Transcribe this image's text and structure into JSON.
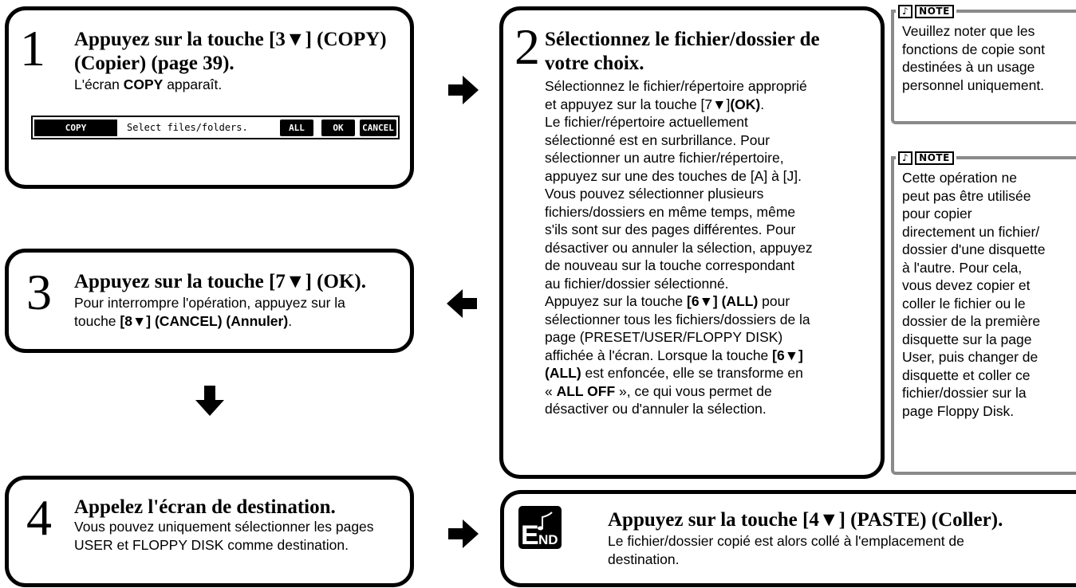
{
  "step1": {
    "number": "1",
    "title_line1": "Appuyez sur la touche [3▼] (COPY)",
    "title_line2": "(Copier) (page 39).",
    "body_pre": "L'écran ",
    "body_bold": "COPY",
    "body_post": " apparaît.",
    "lcd": {
      "tab": "COPY",
      "message": "Select files/folders.",
      "btn_all": "ALL",
      "btn_ok": "OK",
      "btn_cancel": "CANCEL"
    }
  },
  "step2": {
    "number": "2",
    "title_line1": "Sélectionnez le fichier/dossier de",
    "title_line2": "votre choix.",
    "lines": [
      "Sélectionnez le fichier/répertoire approprié",
      "et appuyez sur la touche [7▼]",
      "Le fichier/répertoire actuellement",
      "sélectionné est en surbrillance. Pour",
      "sélectionner un autre fichier/répertoire,",
      "appuyez sur une des touches de [A] à [J].",
      "Vous pouvez sélectionner plusieurs",
      "fichiers/dossiers en même temps, même",
      "s'ils sont sur des pages différentes. Pour",
      "désactiver ou annuler la sélection, appuyez",
      "de nouveau sur la touche correspondant",
      "au fichier/dossier sélectionné.",
      "Appuyez sur la touche ",
      "sélectionner tous les fichiers/dossiers de la",
      "page (PRESET/USER/FLOPPY DISK)",
      "affichée à l'écran. Lorsque la touche ",
      "",
      "",
      "désactiver ou d'annuler la sélection."
    ],
    "ok_bold": "(OK)",
    "all_bold": "[6▼] (ALL)",
    "all_post": " pour",
    "key6_bold": "[6▼]",
    "all2_bold": "(ALL)",
    "all2_post": " est enfoncée, elle se transforme en",
    "alloff_pre": "« ",
    "alloff_bold": "ALL OFF",
    "alloff_post": " », ce qui vous permet de"
  },
  "step3": {
    "number": "3",
    "title": "Appuyez sur la touche [7▼] (OK).",
    "body_line1": "Pour interrompre l'opération, appuyez sur la",
    "body_pre": "touche ",
    "body_bold": "[8▼] (CANCEL) (Annuler)",
    "body_post": "."
  },
  "step4": {
    "number": "4",
    "title": "Appelez l'écran de destination.",
    "body_line1": "Vous pouvez uniquement sélectionner les pages",
    "body_line2": "USER et FLOPPY DISK comme destination."
  },
  "end": {
    "icon_text": "END",
    "title": "Appuyez sur la touche [4▼] (PASTE) (Coller).",
    "body_line1": "Le fichier/dossier copié est alors collé à l'emplacement de",
    "body_line2": "destination."
  },
  "note1": {
    "label": "NOTE",
    "lines": [
      "Veuillez noter que les",
      "fonctions de copie sont",
      "destinées à un usage",
      "personnel uniquement."
    ]
  },
  "note2": {
    "label": "NOTE",
    "lines": [
      "Cette opération ne",
      "peut pas être utilisée",
      "pour copier",
      "directement un fichier/",
      "dossier d'une disquette",
      "à l'autre. Pour cela,",
      "vous devez copier et",
      "coller le fichier ou le",
      "dossier de la première",
      "disquette sur la page",
      "User, puis changer de",
      "disquette et coller ce",
      "fichier/dossier sur la",
      "page Floppy Disk."
    ]
  }
}
